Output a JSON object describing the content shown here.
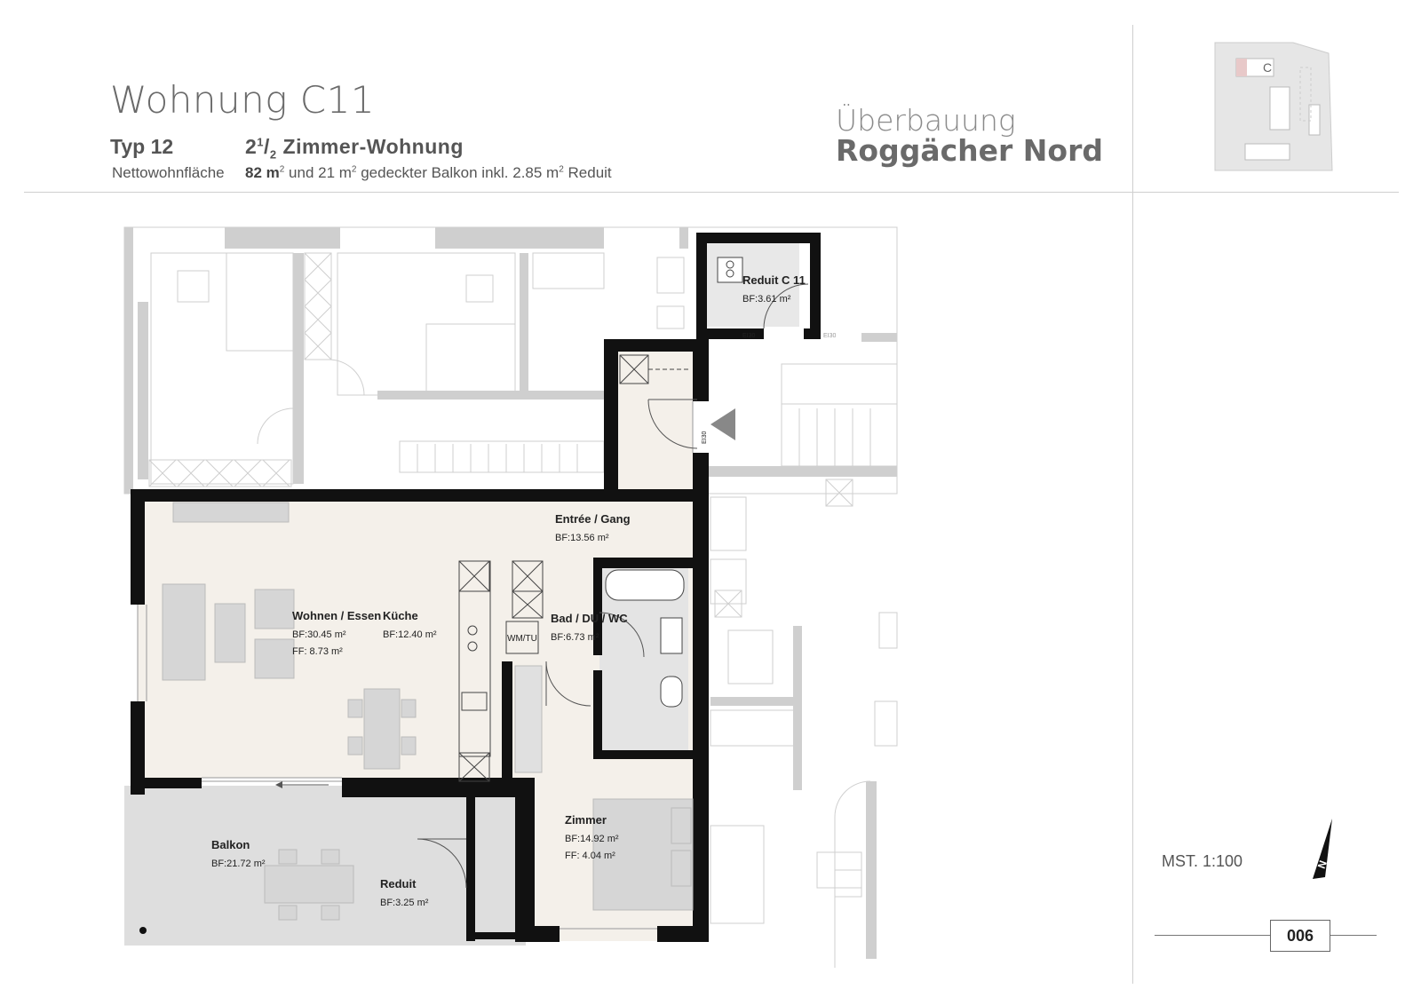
{
  "header": {
    "title": "Wohnung C11",
    "typ": "Typ 12",
    "area_label": "Nettowohnfläche",
    "rooms_whole": "2",
    "rooms_num": "1",
    "rooms_den": "2",
    "rooms_suffix": " Zimmer-Wohnung",
    "area_main": "82 m",
    "area_rest_a": " und 21 m",
    "area_rest_b": " gedeckter Balkon inkl. 2.85 m",
    "area_rest_c": " Reduit",
    "sup2": "2",
    "project_line1": "Überbauung",
    "project_line2": "Roggächer Nord"
  },
  "keyplan": {
    "building_label": "C"
  },
  "rooms": [
    {
      "name": "Reduit C 11",
      "bf": "BF:3.61 m²"
    },
    {
      "name": "Entrée / Gang",
      "bf": "BF:13.56 m²"
    },
    {
      "name": "Wohnen / Essen",
      "bf": "BF:30.45 m²",
      "ff": "FF:  8.73 m²"
    },
    {
      "name": "Küche",
      "bf": "BF:12.40 m²"
    },
    {
      "name": "Bad / DU / WC",
      "bf": "BF:6.73 m²"
    },
    {
      "name": "Zimmer",
      "bf": "BF:14.92 m²",
      "ff": "FF:  4.04 m²"
    },
    {
      "name": "Balkon",
      "bf": "BF:21.72 m²"
    },
    {
      "name": "Reduit",
      "bf": "BF:3.25 m²"
    }
  ],
  "labels": {
    "wm_tu": "WM/TU",
    "ei30_a": "EI30",
    "ei30_b": "EI30",
    "ei30_c": "EI30"
  },
  "footer": {
    "scale": "MST. 1:100",
    "page": "006",
    "north": "N"
  }
}
